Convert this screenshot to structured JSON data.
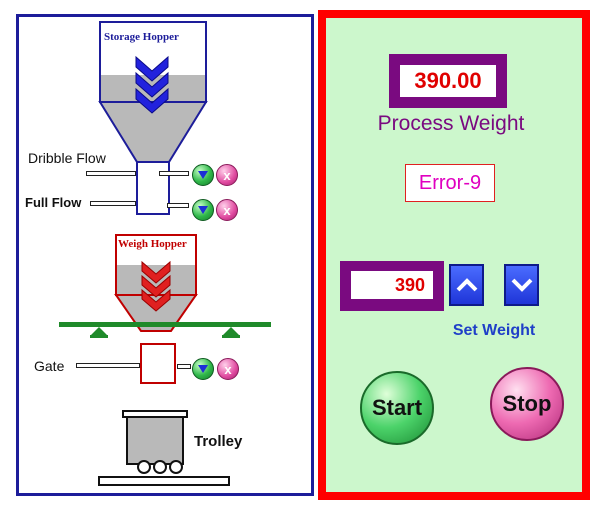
{
  "process": {
    "storage_hopper_label": "Storage Hopper",
    "dribble_flow_label": "Dribble Flow",
    "full_flow_label": "Full Flow",
    "weigh_hopper_label": "Weigh Hopper",
    "gate_label": "Gate",
    "trolley_label": "Trolley",
    "close_glyph": "x"
  },
  "controls": {
    "process_weight_value": "390.00",
    "process_weight_label": "Process Weight",
    "error_text": "Error-9",
    "set_weight_value": "390",
    "set_weight_label": "Set Weight",
    "start_label": "Start",
    "stop_label": "Stop"
  },
  "colors": {
    "panel_border_red": "#ff0000",
    "panel_bg": "#ccf7cc",
    "readout_frame": "#7a0a80",
    "readout_text": "#e00000",
    "label_purple": "#7a0a80",
    "error_text": "#e000c0",
    "set_weight_label": "#1f3fc8",
    "storage_outline": "#1d1d9a",
    "weigh_outline": "#c00000",
    "chevron_blue": "#2222dd",
    "chevron_red": "#e02020",
    "start_green": "#2fb84a",
    "stop_pink": "#e04aa0"
  },
  "icons": {
    "valve_open": "green-triangle-icon",
    "valve_close": "pink-x-icon",
    "up": "chevron-up-icon",
    "down": "chevron-down-icon"
  }
}
